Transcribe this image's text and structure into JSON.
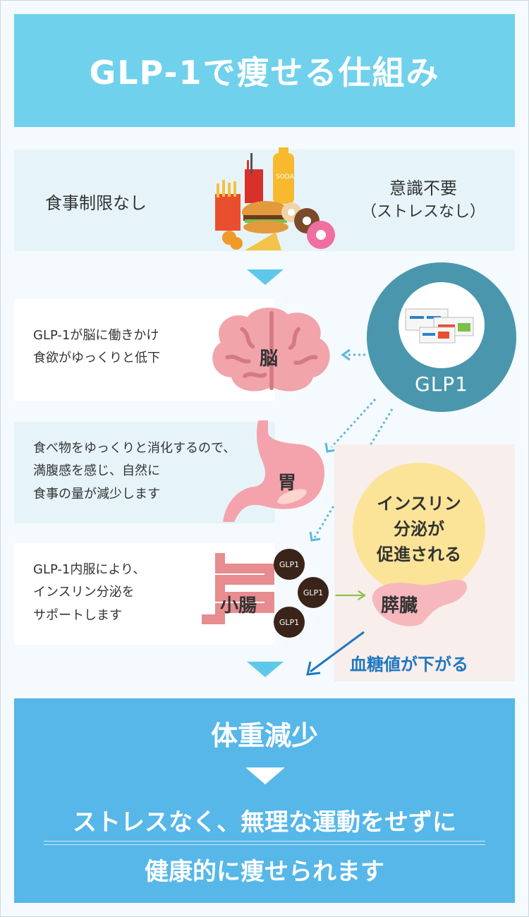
{
  "title": "GLP-1で痩せる仕組み",
  "intro": {
    "left": "食事制限なし",
    "right_main": "意識不要",
    "right_sub": "（ストレスなし）"
  },
  "glp_circle_label": "GLP1",
  "cards": {
    "brain": {
      "line1": "GLP-1が脳に働きかけ",
      "line2": "食欲がゆっくりと低下",
      "organ": "脳"
    },
    "stomach": {
      "line1": "食べ物をゆっくりと消化するので、",
      "line2": "満腹感を感じ、自然に",
      "line3": "食事の量が減少します",
      "organ": "胃"
    },
    "intestine": {
      "line1": "GLP-1内服により、",
      "line2": "インスリン分泌を",
      "line3": "サポートします",
      "organ": "小腸"
    }
  },
  "pills": [
    "GLP1",
    "GLP1",
    "GLP1"
  ],
  "insulin": {
    "line1": "インスリン",
    "line2": "分泌が",
    "line3": "促進される"
  },
  "pancreas_label": "膵臓",
  "blood_sugar": "血糖値が下がる",
  "bottom": {
    "line1": "体重減少",
    "line2": "ストレスなく、無理な運動をせずに",
    "line3": "健康的に痩せられます"
  },
  "colors": {
    "title_bg": "#6fd1ec",
    "glp_circle": "#4a97ad",
    "bottom_bg": "#56b7e8",
    "insulin": "#fbe497",
    "arrow_blue": "#1f77c0",
    "arrow_green": "#8cc152"
  }
}
